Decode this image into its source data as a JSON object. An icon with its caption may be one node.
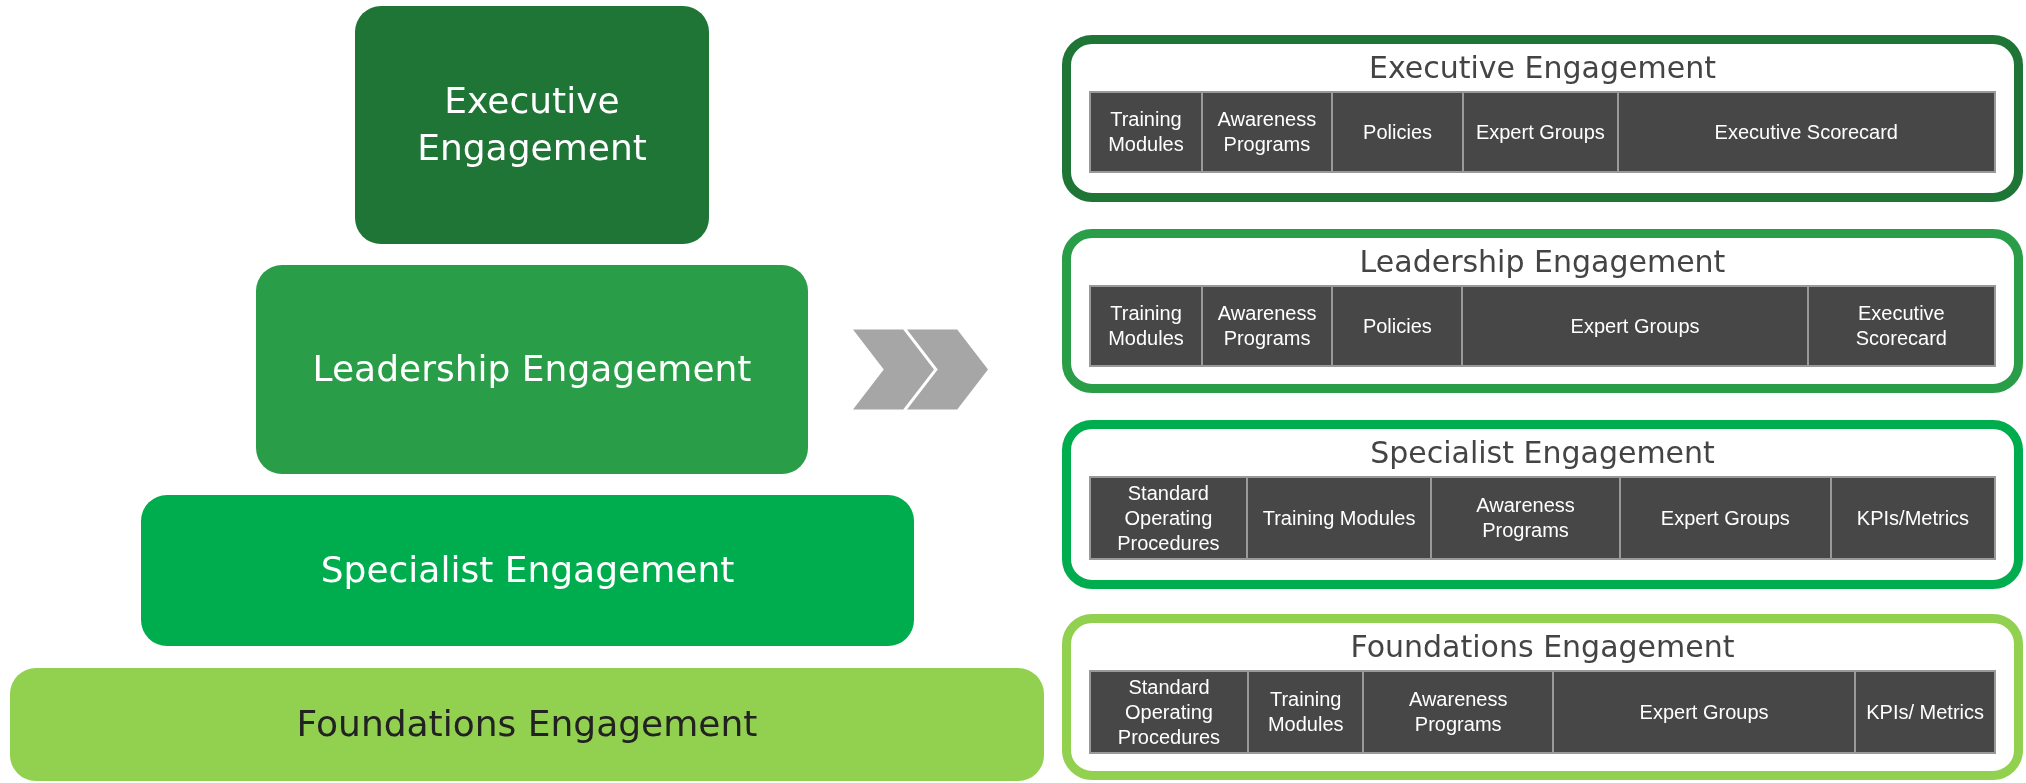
{
  "diagram": {
    "nodes": [
      {
        "text": [
          "Executive Engagement"
        ]
      },
      {
        "text": [
          "Leadership Engagement"
        ]
      },
      {
        "text": [
          "Specialist Engagement"
        ]
      },
      {
        "text": [
          "Foundations Engagement"
        ]
      },
      {
        "text": [
          "Executive Engagement"
        ]
      },
      {
        "text": [
          "Training Modules"
        ],
        "in": 4
      },
      {
        "text": [
          "Awareness Programs"
        ],
        "in": 4
      },
      {
        "text": [
          "Policies"
        ],
        "in": 4
      },
      {
        "text": [
          "Expert Groups"
        ],
        "in": 4
      },
      {
        "text": [
          "Executive Scorecard"
        ],
        "in": 4
      },
      {
        "text": [
          "Leadership Engagement"
        ]
      },
      {
        "text": [
          "Training Modules"
        ],
        "in": 10
      },
      {
        "text": [
          "Awareness Programs"
        ],
        "in": 10
      },
      {
        "text": [
          "Policies"
        ],
        "in": 10
      },
      {
        "text": [
          "Expert Groups"
        ],
        "in": 10
      },
      {
        "text": [
          "Executive Scorecard"
        ],
        "in": 10
      },
      {
        "text": [
          "Specialist Engagement"
        ]
      },
      {
        "text": [
          "Standard Operating Procedures"
        ],
        "in": 16
      },
      {
        "text": [
          "Training Modules"
        ],
        "in": 16
      },
      {
        "text": [
          "Awareness Programs"
        ],
        "in": 16
      },
      {
        "text": [
          "Expert Groups"
        ],
        "in": 16
      },
      {
        "text": [
          "KPIs/Metrics"
        ],
        "in": 16
      },
      {
        "text": [
          "Foundations Engagement"
        ]
      },
      {
        "text": [
          "Standard Operating Procedures"
        ],
        "in": 22
      },
      {
        "text": [
          "Training Modules"
        ],
        "in": 22
      },
      {
        "text": [
          "Awareness Programs"
        ],
        "in": 22
      },
      {
        "text": [
          "Expert Groups"
        ],
        "in": 22
      },
      {
        "text": [
          "KPIs/ Metrics"
        ],
        "in": 22
      }
    ],
    "edges": [
      {
        "from": 1,
        "to": 10,
        "arrow": "to"
      }
    ]
  }
}
